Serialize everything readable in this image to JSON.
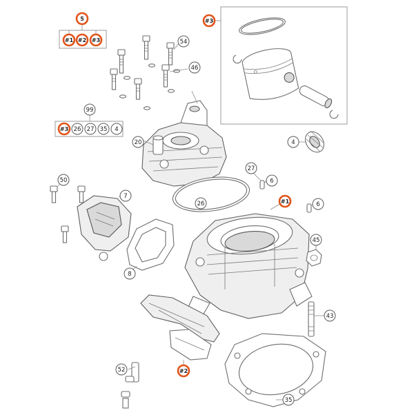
{
  "accent_color": "#e2541b",
  "callouts": {
    "c5": "5",
    "c5_sub1": "#1",
    "c5_sub2": "#2",
    "c5_sub3": "#3",
    "c54": "54",
    "c46": "46",
    "c99": "99",
    "c99_sub1": "#3",
    "c99_sub2": "26",
    "c99_sub3": "27",
    "c99_sub4": "35",
    "c99_sub5": "4",
    "c20": "20",
    "c3_piston": "#3",
    "c4": "4",
    "c27": "27",
    "c6a": "6",
    "c6b": "6",
    "c1_cyl": "#1",
    "c26": "26",
    "c50": "50",
    "c7": "7",
    "c45": "45",
    "c8": "8",
    "c43": "43",
    "c52": "52",
    "c2_valve": "#2",
    "c35": "35"
  }
}
